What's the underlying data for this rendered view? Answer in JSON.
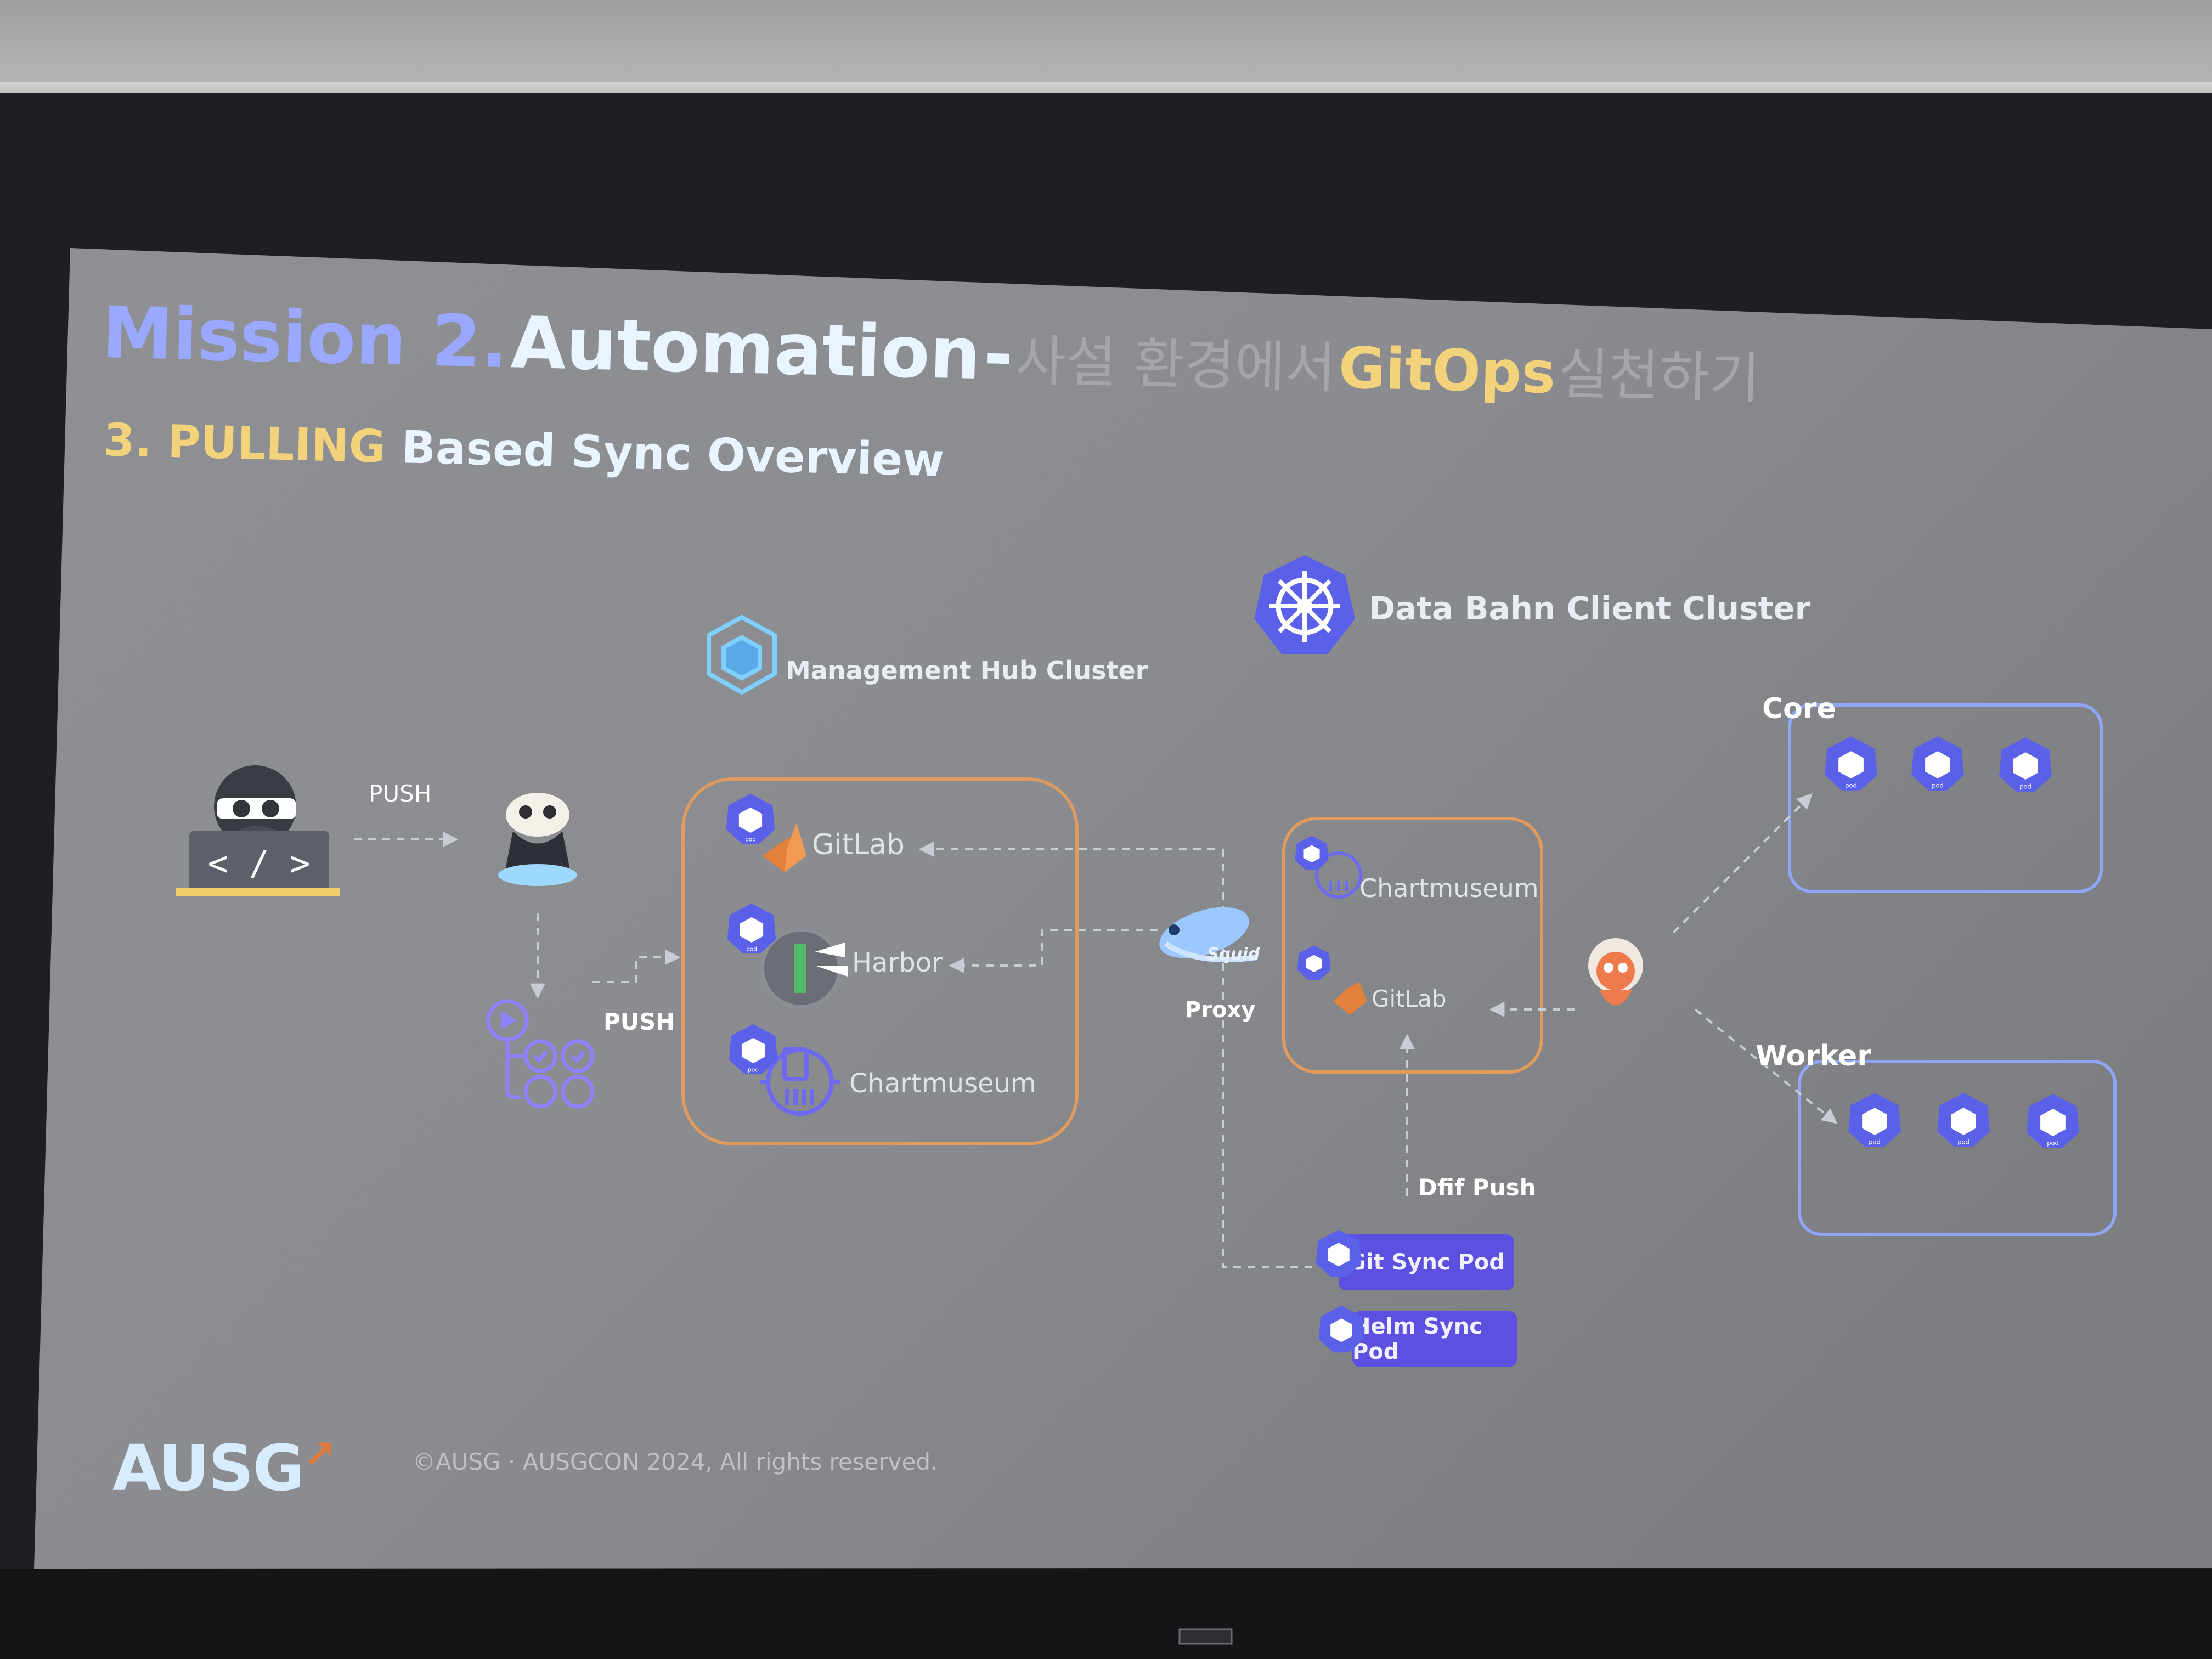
{
  "slide": {
    "title_part1": "Mission 2.",
    "title_part2": "Automation",
    "title_dash": "-",
    "title_korean_1": "사설 환경에서",
    "title_gitops": "GitOps",
    "title_korean_2": "실천하기",
    "subtitle_num": "3.",
    "subtitle_pulling": "PULLING",
    "subtitle_rest": "Based Sync Overview"
  },
  "diagram": {
    "push_label_1": "PUSH",
    "push_label_2": "PUSH",
    "mgmt_cluster_title": "Management Hub Cluster",
    "client_cluster_title": "Data Bahn Client Cluster",
    "mgmt_gitlab": "GitLab",
    "mgmt_harbor": "Harbor",
    "mgmt_chartmuseum": "Chartmuseum",
    "proxy_label": "Proxy",
    "squid_label": "Squid",
    "client_chartmuseum": "Chartmuseum",
    "client_gitlab": "GitLab",
    "diff_push_label": "Dfif Push",
    "git_sync_pod": "Git Sync Pod",
    "helm_sync_pod": "Helm Sync Pod",
    "core_label": "Core",
    "worker_label": "Worker",
    "pod_text": "pod"
  },
  "footer": {
    "logo": "AUSG",
    "copyright": "©AUSG · AUSGCON 2024, All rights reserved."
  },
  "icons": [
    "developer-icon",
    "github-octocat-icon",
    "github-actions-icon",
    "argo-icon",
    "kubernetes-helm-icon",
    "gitlab-icon",
    "harbor-icon",
    "chartmuseum-icon",
    "squid-icon",
    "pod-icon",
    "cube-icon"
  ],
  "colors": {
    "slide_bg": "#8d8f93",
    "accent_blue": "#9aa9ff",
    "accent_yellow": "#f2d27a",
    "box_orange": "#e09a5e",
    "box_blue": "#8ea6f5",
    "pill": "#5d4fe0"
  }
}
